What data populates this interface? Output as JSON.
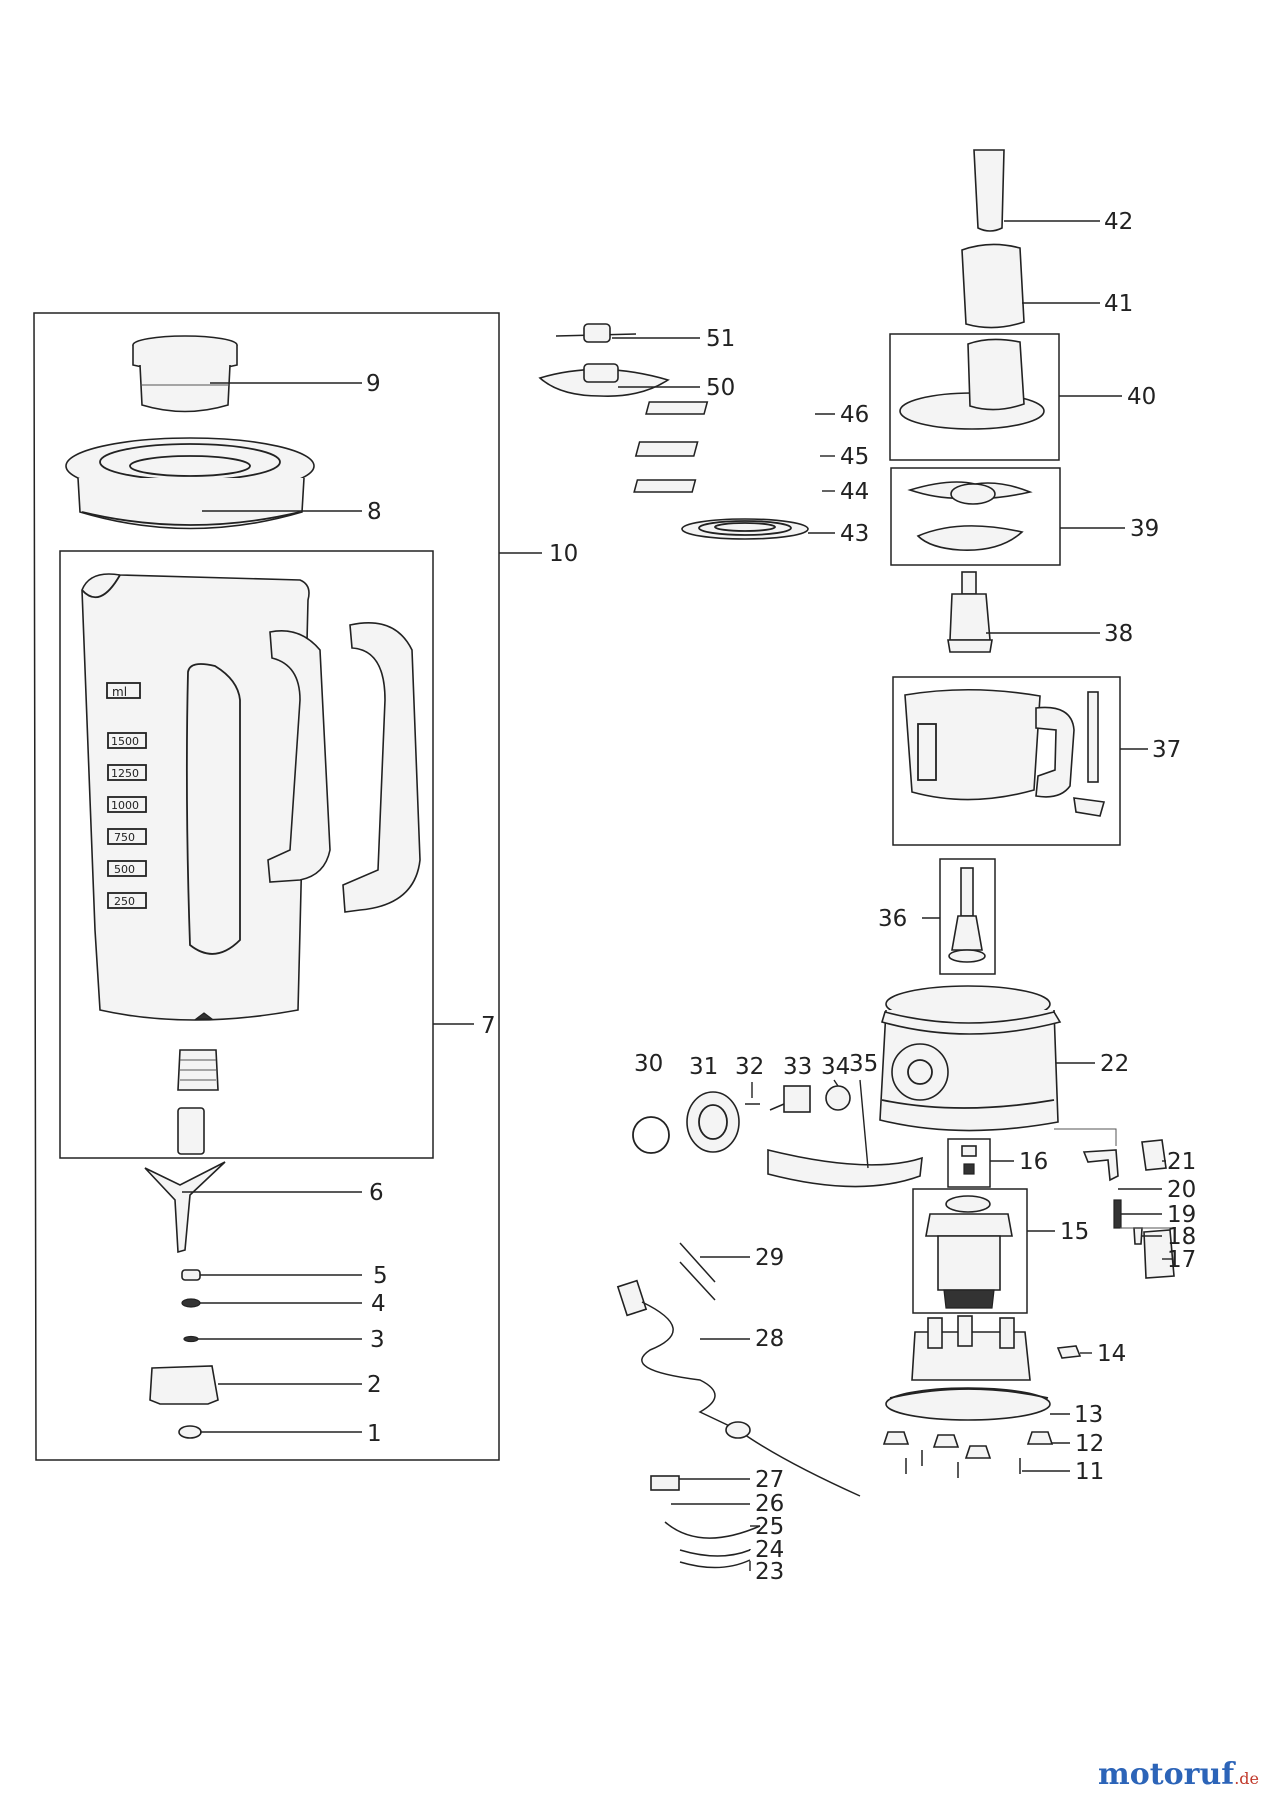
{
  "callouts": [
    {
      "id": "1",
      "label": "1"
    },
    {
      "id": "2",
      "label": "2"
    },
    {
      "id": "3",
      "label": "3"
    },
    {
      "id": "4",
      "label": "4"
    },
    {
      "id": "5",
      "label": "5"
    },
    {
      "id": "6",
      "label": "6"
    },
    {
      "id": "7",
      "label": "7"
    },
    {
      "id": "8",
      "label": "8"
    },
    {
      "id": "9",
      "label": "9"
    },
    {
      "id": "10",
      "label": "10"
    },
    {
      "id": "11",
      "label": "11"
    },
    {
      "id": "12",
      "label": "12"
    },
    {
      "id": "13",
      "label": "13"
    },
    {
      "id": "14",
      "label": "14"
    },
    {
      "id": "15",
      "label": "15"
    },
    {
      "id": "16",
      "label": "16"
    },
    {
      "id": "17",
      "label": "17"
    },
    {
      "id": "18",
      "label": "18"
    },
    {
      "id": "19",
      "label": "19"
    },
    {
      "id": "20",
      "label": "20"
    },
    {
      "id": "21",
      "label": "21"
    },
    {
      "id": "22",
      "label": "22"
    },
    {
      "id": "23",
      "label": "23"
    },
    {
      "id": "24",
      "label": "24"
    },
    {
      "id": "25",
      "label": "25"
    },
    {
      "id": "26",
      "label": "26"
    },
    {
      "id": "27",
      "label": "27"
    },
    {
      "id": "28",
      "label": "28"
    },
    {
      "id": "29",
      "label": "29"
    },
    {
      "id": "30",
      "label": "30"
    },
    {
      "id": "31",
      "label": "31"
    },
    {
      "id": "32",
      "label": "32"
    },
    {
      "id": "33",
      "label": "33"
    },
    {
      "id": "34",
      "label": "34"
    },
    {
      "id": "35",
      "label": "35"
    },
    {
      "id": "36",
      "label": "36"
    },
    {
      "id": "37",
      "label": "37"
    },
    {
      "id": "38",
      "label": "38"
    },
    {
      "id": "39",
      "label": "39"
    },
    {
      "id": "40",
      "label": "40"
    },
    {
      "id": "41",
      "label": "41"
    },
    {
      "id": "42",
      "label": "42"
    },
    {
      "id": "43",
      "label": "43"
    },
    {
      "id": "44",
      "label": "44"
    },
    {
      "id": "45",
      "label": "45"
    },
    {
      "id": "46",
      "label": "46"
    },
    {
      "id": "50",
      "label": "50"
    },
    {
      "id": "51",
      "label": "51"
    }
  ],
  "jug_scale": {
    "unit": "ml",
    "marks": [
      "1500",
      "1250",
      "1000",
      "750",
      "500",
      "250"
    ]
  },
  "watermark": {
    "brand": "motoruf",
    "tld": ".de",
    "color": "#2c64b8"
  }
}
